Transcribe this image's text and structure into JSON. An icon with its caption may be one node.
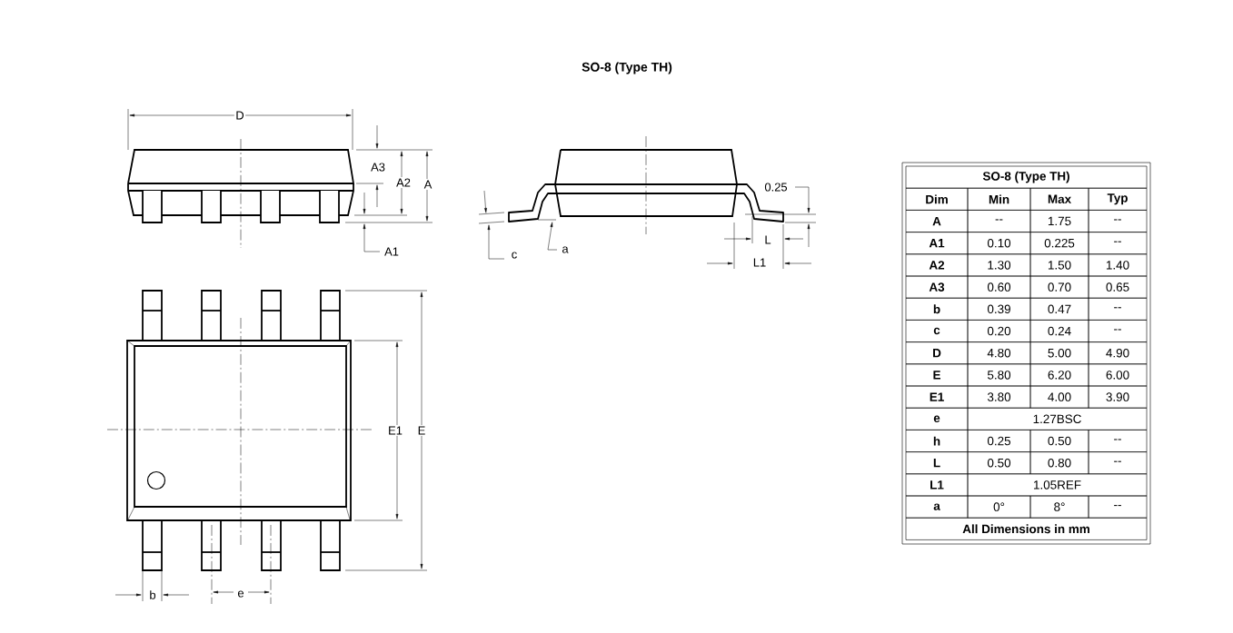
{
  "diagram": {
    "title": "SO-8 (Type TH)",
    "labels": [
      "D",
      "A3",
      "A2",
      "A",
      "A1",
      "c",
      "a",
      "0.25",
      "L",
      "L1",
      "E1",
      "E",
      "b",
      "e",
      "SO-8 (Type TH)",
      "Dim",
      "Min",
      "Max",
      "Typ",
      "A",
      "--",
      "1.75",
      "--",
      "A1",
      "0.10",
      "0.225",
      "--",
      "A2",
      "1.30",
      "1.50",
      "1.40",
      "A3",
      "0.60",
      "0.70",
      "0.65",
      "b",
      "0.39",
      "0.47",
      "--",
      "c",
      "0.20",
      "0.24",
      "--",
      "D",
      "4.80",
      "5.00",
      "4.90",
      "E",
      "5.80",
      "6.20",
      "6.00",
      "E1",
      "3.80",
      "4.00",
      "3.90",
      "e",
      "1.27BSC",
      "h",
      "0.25",
      "0.50",
      "--",
      "L",
      "0.50",
      "0.80",
      "--",
      "L1",
      "1.05REF",
      "a",
      "0°",
      "8°",
      "--",
      "All Dimensions in mm"
    ]
  }
}
